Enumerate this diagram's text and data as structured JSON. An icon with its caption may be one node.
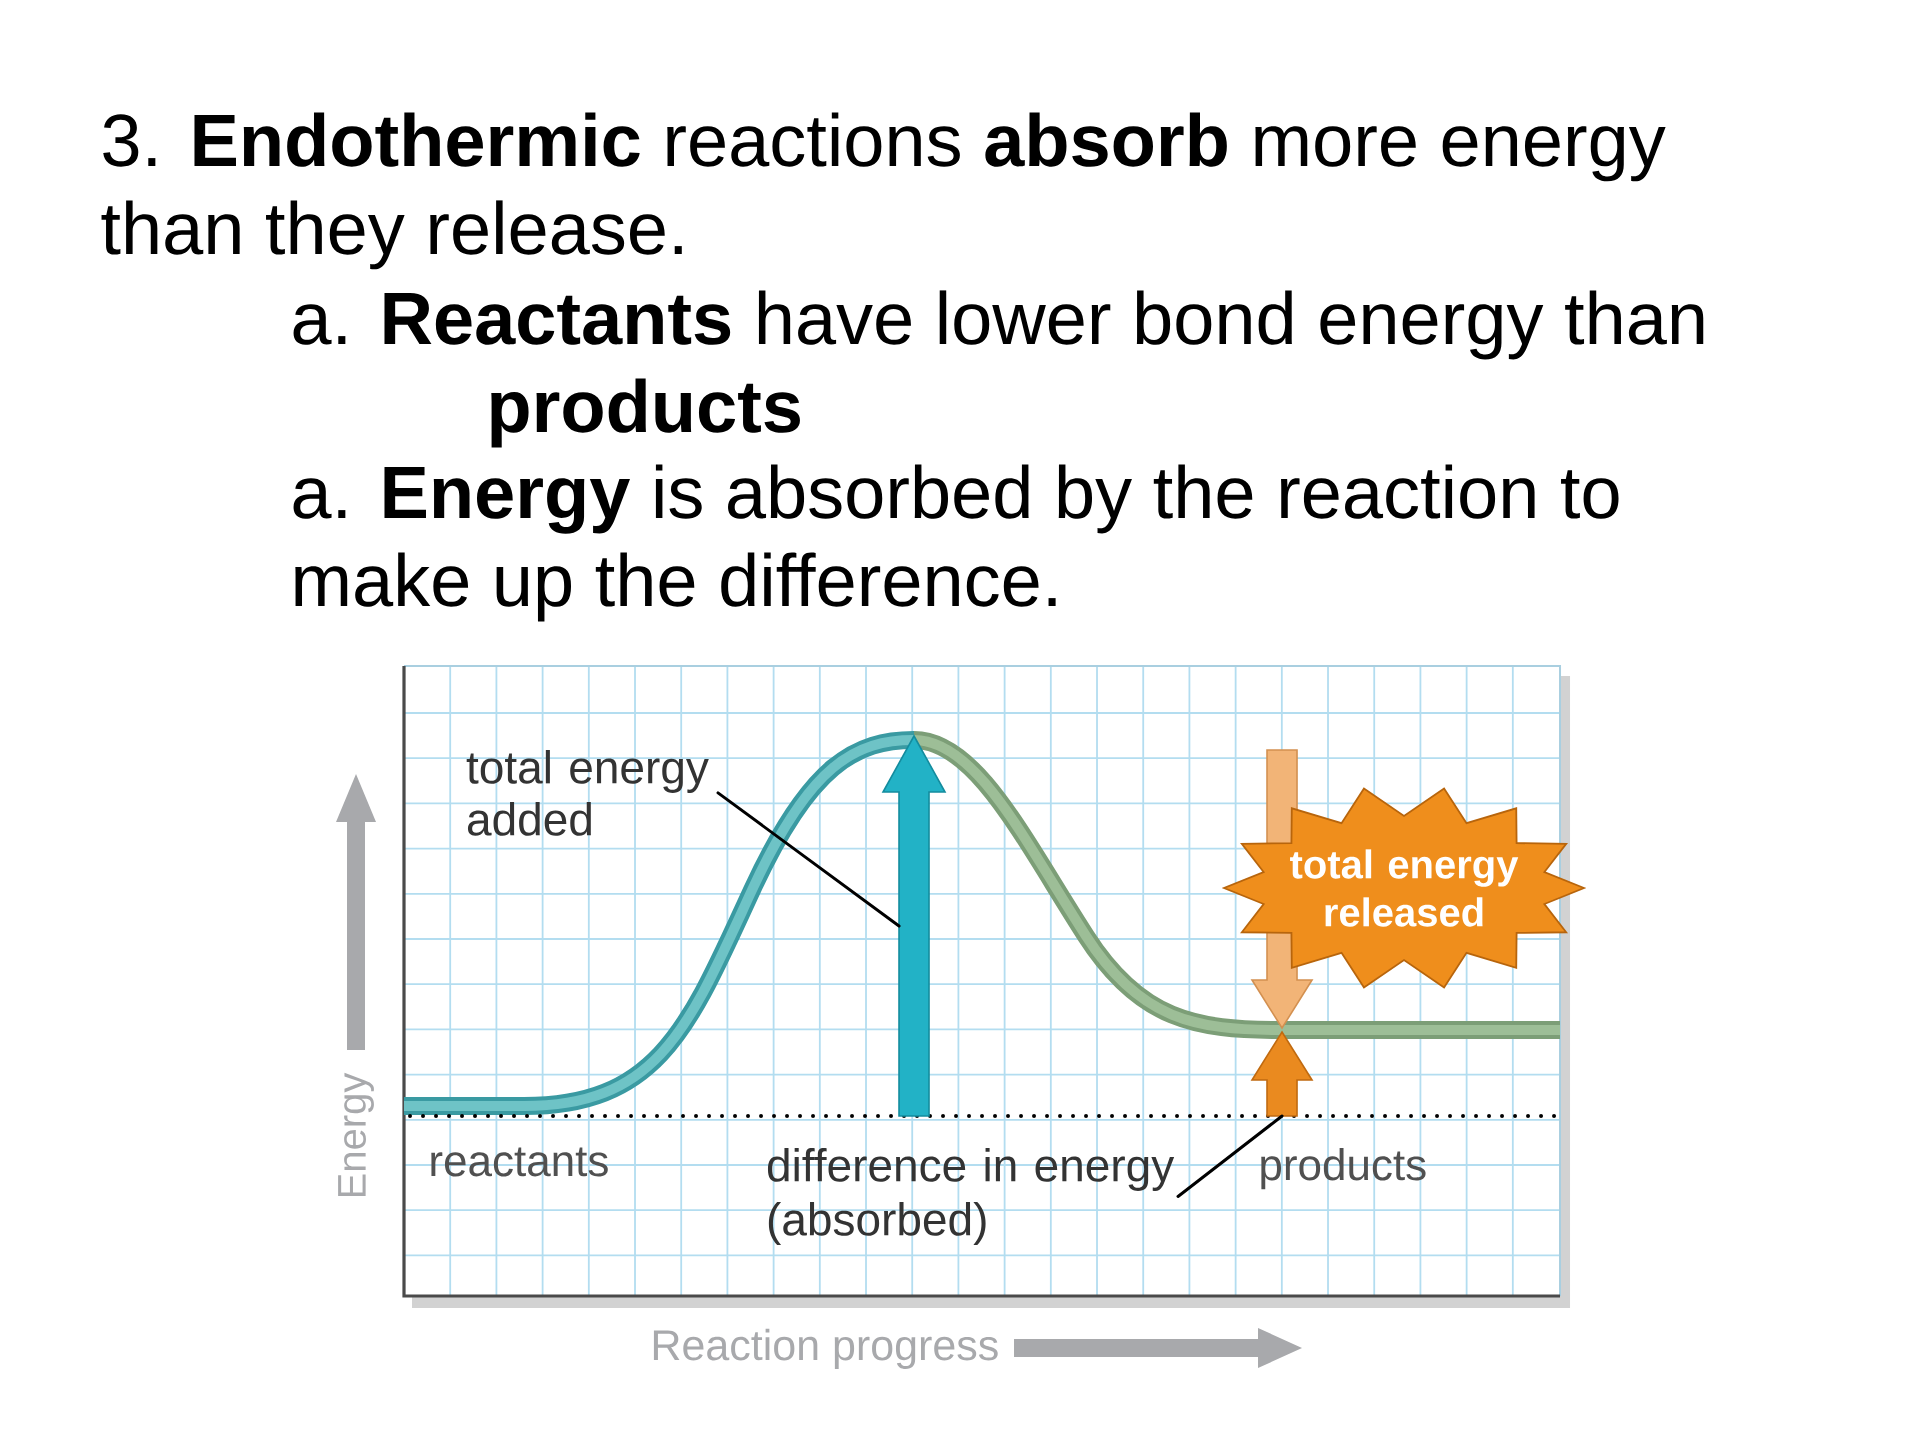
{
  "diagram": {
    "nodes": [
      {
        "text": [
          "total energy added"
        ]
      },
      {
        "text": [],
        "shape": "arrow"
      },
      {
        "text": [],
        "shape": "arrow"
      },
      {
        "text": [
          "total energy released"
        ]
      },
      {
        "text": [],
        "shape": "arrow"
      },
      {
        "text": [
          "difference in energy (absorbed)"
        ]
      }
    ],
    "edges": [
      {
        "from": 0,
        "to": 1,
        "arrow": "none"
      },
      {
        "from": 5,
        "to": 4,
        "arrow": "none"
      }
    ],
    "labels": [
      "3. **Endothermic** reactions **absorb** more energy than they release.",
      "a. **Reactants** have lower bond energy than **products**",
      "a. **Energy** is absorbed by the reaction to make up the difference.",
      "Energy",
      "reactants",
      "products",
      "Reaction progress"
    ]
  }
}
